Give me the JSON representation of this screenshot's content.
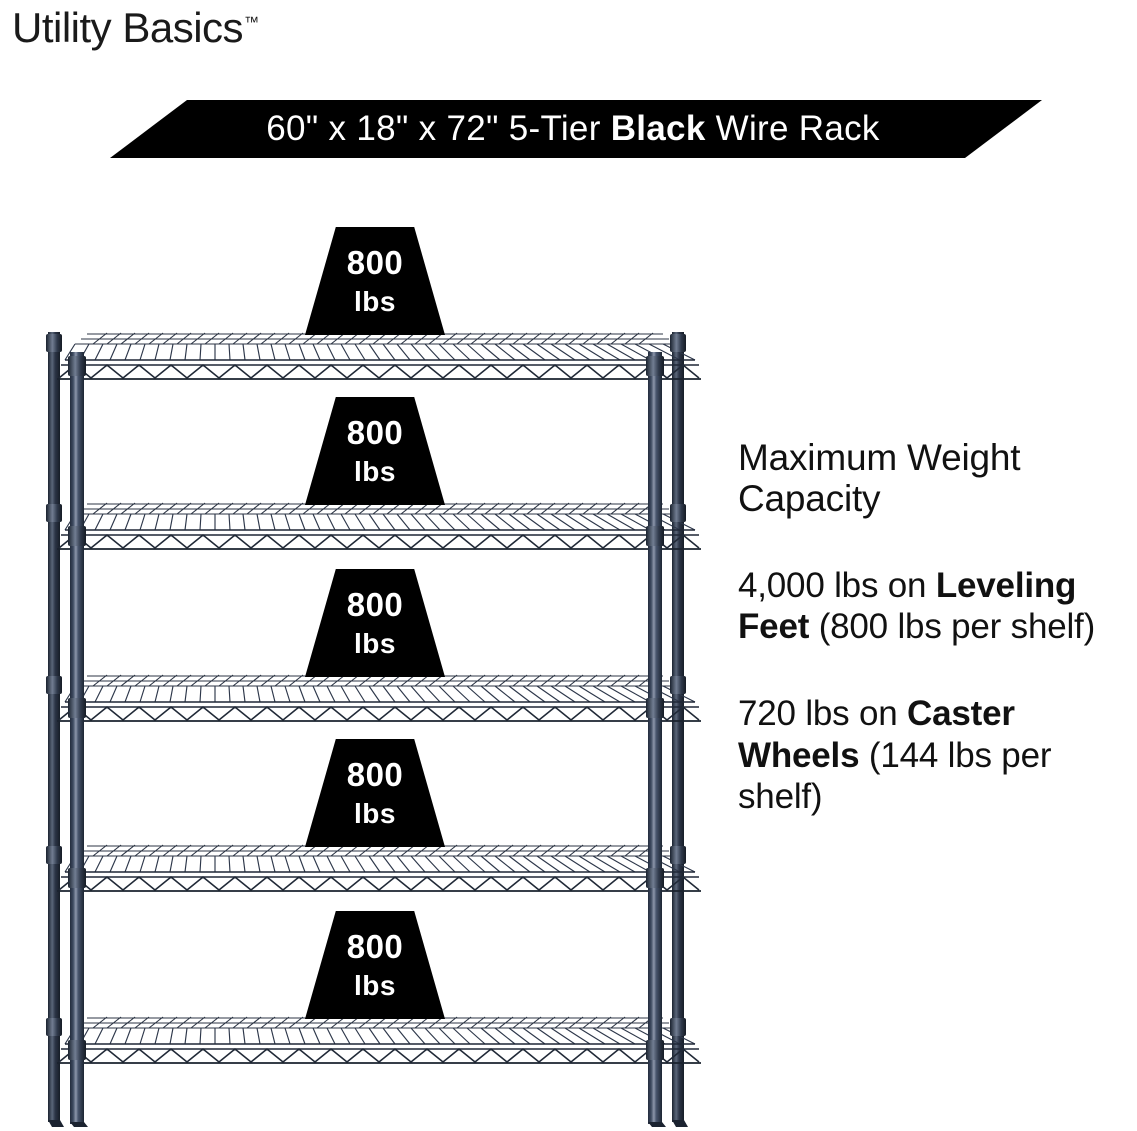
{
  "brand": {
    "name": "Utility Basics",
    "trademark": "™"
  },
  "banner": {
    "prefix": "60\" x 18\" x 72\" 5-Tier ",
    "bold": "Black",
    "suffix": " Wire Rack",
    "background_color": "#000000",
    "text_color": "#ffffff"
  },
  "info": {
    "heading": "Maximum Weight Capacity",
    "leveling": {
      "lead": "4,000 lbs on ",
      "bold": "Leveling Feet",
      "tail": " (800 lbs per shelf)"
    },
    "caster": {
      "lead": "720 lbs on ",
      "bold": "Caster Wheels",
      "tail": " (144 lbs per shelf)"
    }
  },
  "rack": {
    "tiers": 5,
    "post_color": "#2b3446",
    "wire_color": "#1e2736",
    "badges": [
      {
        "value": "800",
        "unit": "lbs"
      },
      {
        "value": "800",
        "unit": "lbs"
      },
      {
        "value": "800",
        "unit": "lbs"
      },
      {
        "value": "800",
        "unit": "lbs"
      },
      {
        "value": "800",
        "unit": "lbs"
      }
    ]
  }
}
